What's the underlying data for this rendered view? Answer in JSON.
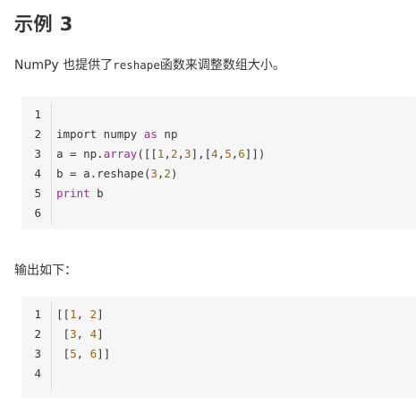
{
  "heading": "示例 3",
  "paragraph": {
    "prefix": "NumPy 也提供了",
    "code": "reshape",
    "suffix": "函数来调整数组大小。"
  },
  "code_block_1": {
    "line_numbers": [
      "1",
      "2",
      "3",
      "4",
      "5",
      "6"
    ],
    "lines": [
      [],
      [
        {
          "t": "import numpy ",
          "c": ""
        },
        {
          "t": "as",
          "c": "kw"
        },
        {
          "t": " np",
          "c": ""
        }
      ],
      [
        {
          "t": "a = np.",
          "c": ""
        },
        {
          "t": "array",
          "c": "fn"
        },
        {
          "t": "([[",
          "c": ""
        },
        {
          "t": "1",
          "c": "num"
        },
        {
          "t": ",",
          "c": ""
        },
        {
          "t": "2",
          "c": "num"
        },
        {
          "t": ",",
          "c": ""
        },
        {
          "t": "3",
          "c": "num"
        },
        {
          "t": "],[",
          "c": ""
        },
        {
          "t": "4",
          "c": "num"
        },
        {
          "t": ",",
          "c": ""
        },
        {
          "t": "5",
          "c": "num"
        },
        {
          "t": ",",
          "c": ""
        },
        {
          "t": "6",
          "c": "num"
        },
        {
          "t": "]])",
          "c": ""
        }
      ],
      [
        {
          "t": "b = a.reshape(",
          "c": ""
        },
        {
          "t": "3",
          "c": "num"
        },
        {
          "t": ",",
          "c": ""
        },
        {
          "t": "2",
          "c": "num"
        },
        {
          "t": ")",
          "c": ""
        }
      ],
      [
        {
          "t": "print",
          "c": "kw"
        },
        {
          "t": " b",
          "c": ""
        }
      ],
      []
    ]
  },
  "output_heading": "输出如下：",
  "code_block_2": {
    "line_numbers": [
      "1",
      "2",
      "3",
      "4"
    ],
    "lines": [
      [
        {
          "t": "[[",
          "c": ""
        },
        {
          "t": "1",
          "c": "num"
        },
        {
          "t": ", ",
          "c": ""
        },
        {
          "t": "2",
          "c": "num"
        },
        {
          "t": "]",
          "c": ""
        }
      ],
      [
        {
          "t": " [",
          "c": ""
        },
        {
          "t": "3",
          "c": "num"
        },
        {
          "t": ", ",
          "c": ""
        },
        {
          "t": "4",
          "c": "num"
        },
        {
          "t": "]",
          "c": ""
        }
      ],
      [
        {
          "t": " [",
          "c": ""
        },
        {
          "t": "5",
          "c": "num"
        },
        {
          "t": ", ",
          "c": ""
        },
        {
          "t": "6",
          "c": "num"
        },
        {
          "t": "]]",
          "c": ""
        }
      ],
      []
    ]
  },
  "colors": {
    "code_background": "#f6f6f6",
    "keyword": "#a626a4",
    "number": "#986801",
    "text": "#333333"
  }
}
